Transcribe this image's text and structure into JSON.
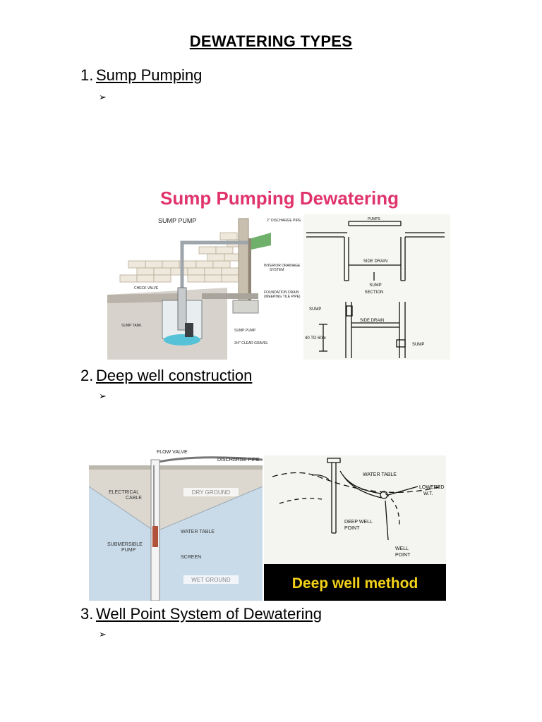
{
  "document": {
    "title": "DEWATERING TYPES"
  },
  "sections": [
    {
      "number": "1.",
      "heading": "Sump Pumping",
      "bullet": "➢"
    },
    {
      "number": "2.",
      "heading": "Deep well construction",
      "bullet": "➢"
    },
    {
      "number": "3.",
      "heading": "Well Point System of Dewatering",
      "bullet": "➢"
    }
  ],
  "figure1": {
    "banner": "Sump Pumping Dewatering",
    "left_labels": {
      "sump_pump": "SUMP PUMP",
      "discharge_pipe": "2\" DISCHARGE PIPE",
      "interior_drainage": "INTERIOR DRAINAGE",
      "interior_drainage_2": "SYSTEM",
      "check_valve": "CHECK VALVE",
      "foundation_drain": "FOUNDATION DRAIN",
      "foundation_drain_2": "(WEEPING TILE PIPE)",
      "sump_tank": "SUMP TANK",
      "sump_pump_small": "SUMP PUMP",
      "clear_gravel": "3/4\" CLEAR GRAVEL"
    },
    "right_labels": {
      "pumps": "PUMPS",
      "side_drain": "SIDE DRAIN",
      "sump": "SUMP",
      "section": "SECTION",
      "sump_left": "SUMP",
      "side_drain_2": "SIDE DRAIN",
      "distance": "40 TO 60m",
      "sump_right": "SUMP"
    }
  },
  "figure2": {
    "left_labels": {
      "flow_valve": "FLOW VALVE",
      "discharge_pipe": "DISCHARGE PIPE",
      "electrical_cable": "ELECTRICAL",
      "electrical_cable_2": "CABLE",
      "dry_ground": "DRY GROUND",
      "water_table": "WATER TABLE",
      "submersible_pump": "SUBMERSIBLE",
      "submersible_pump_2": "PUMP",
      "screen": "SCREEN",
      "wet_ground": "WET GROUND"
    },
    "right_labels": {
      "water_table": "WATER TABLE",
      "lowered": "LOWERED",
      "lowered_2": "W.T.",
      "deep_well": "DEEP WELL",
      "deep_well_2": "POINT",
      "well_point": "WELL",
      "well_point_2": "POINT",
      "banner": "Deep well method"
    }
  }
}
